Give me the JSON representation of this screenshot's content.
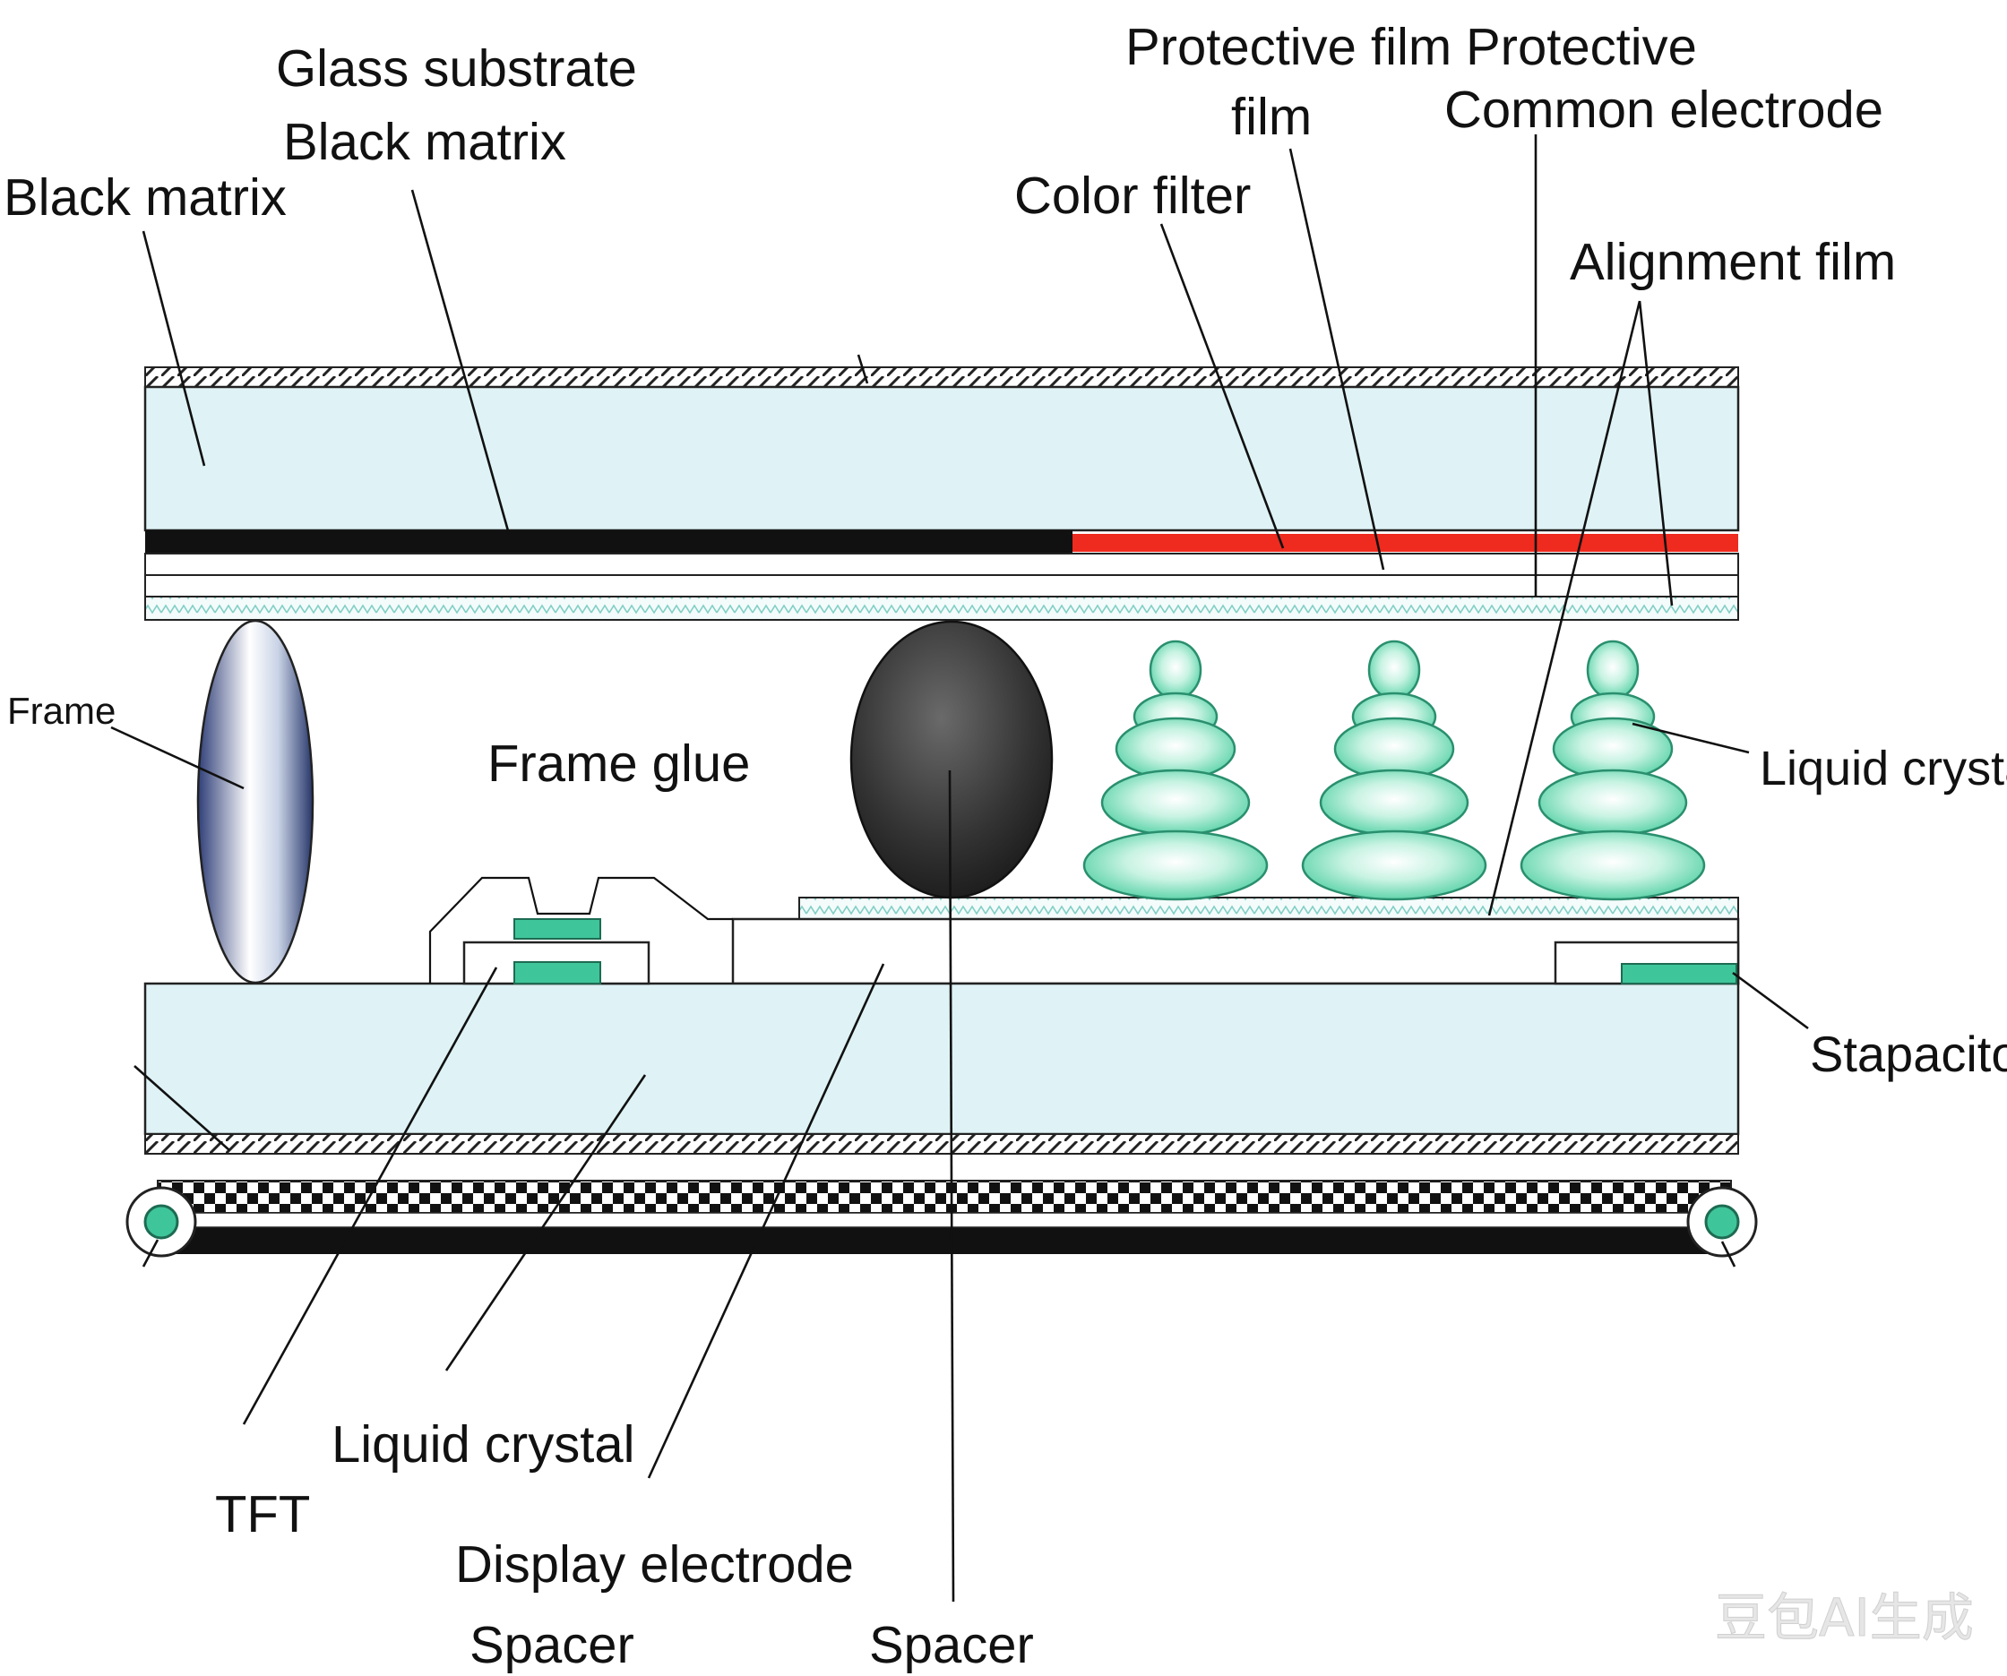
{
  "labels": {
    "glass_substrate": "Glass substrate",
    "black_matrix_top": "Black matrix",
    "black_matrix_left": "Black matrix",
    "protective_film_1": "Protective film",
    "protective_film_2": "film",
    "protective": "Protective",
    "common_electrode": "Common electrode",
    "color_filter": "Color filter",
    "alignment_film": "Alignment film",
    "frame": "Frame",
    "frame_glue": "Frame glue",
    "liquid_crystal_right": "Liquid crystal",
    "stapacitor": "Stapacitor",
    "liquid_crystal_bottom": "Liquid crystal",
    "tft": "TFT",
    "display_electrode": "Display electrode",
    "spacer_left": "Spacer",
    "spacer_center": "Spacer"
  },
  "watermark": "豆包AI生成",
  "colors": {
    "glass": "#dff3f6",
    "black_matrix": "#111111",
    "color_filter": "#ef2a1f",
    "crystal": "#8fe3c2",
    "crystal_edge": "#2a8f6e",
    "electrode": "#3fc59a",
    "spacer_ball": "#3a3a3a"
  }
}
